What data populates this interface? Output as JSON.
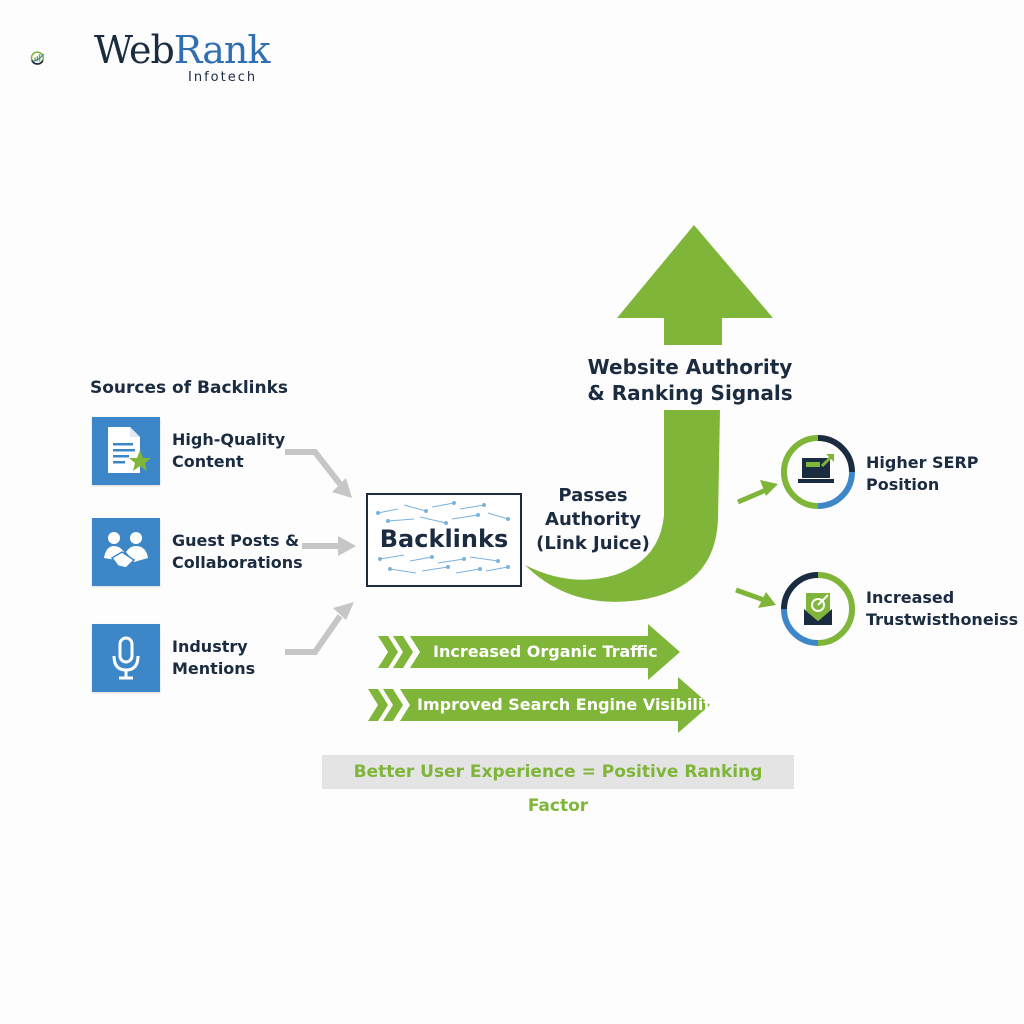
{
  "brand": {
    "name_part1": "Web",
    "name_part2": "Rank",
    "subtitle": "Infotech",
    "colors": {
      "green": "#7fb539",
      "navy": "#1b2b40",
      "blue": "#3d87c9",
      "gray_arrow": "#c3c3c3"
    }
  },
  "sources": {
    "title": "Sources of Backlinks",
    "items": [
      {
        "label_line1": "High-Quality",
        "label_line2": "Content",
        "icon": "document-star-icon"
      },
      {
        "label_line1": "Guest Posts &",
        "label_line2": "Collaborations",
        "icon": "handshake-icon"
      },
      {
        "label_line1": "Industry",
        "label_line2": "Mentions",
        "icon": "microphone-icon"
      }
    ]
  },
  "hub": {
    "label": "Backlinks"
  },
  "flow": {
    "passes_line1": "Passes",
    "passes_line2": "Authority",
    "passes_line3": "(Link Juice)",
    "authority_line1": "Website Authority",
    "authority_line2": "& Ranking Signals"
  },
  "outcomes": [
    {
      "label_line1": "Higher SERP",
      "label_line2": "Position",
      "icon": "laptop-growth-icon"
    },
    {
      "label_line1": "Increased",
      "label_line2": "Trustwisthoneiss",
      "icon": "shield-target-icon"
    }
  ],
  "banners": [
    {
      "label": "Increased Organic Traffic"
    },
    {
      "label": "Improved Search Engine Visibility"
    }
  ],
  "footer": {
    "label": "Better User Experience = Positive Ranking Factor"
  }
}
